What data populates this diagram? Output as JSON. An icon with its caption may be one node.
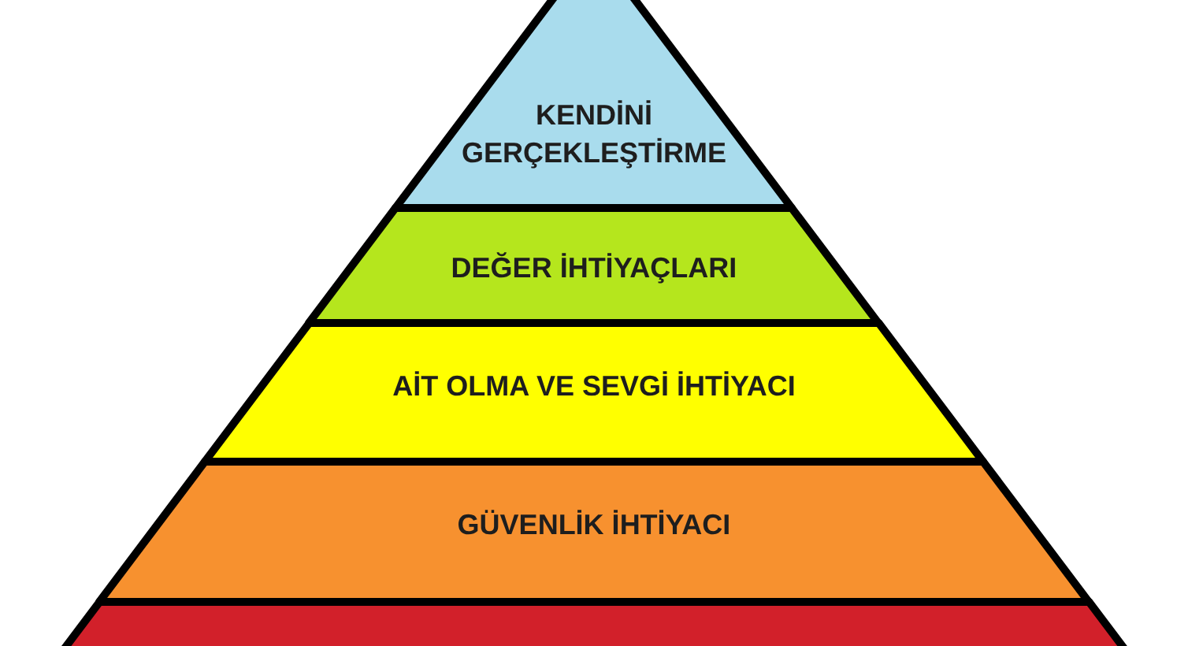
{
  "diagram": {
    "nodes": [
      {
        "text": [
          "KENDİNİ GERÇEKLEŞTİRME"
        ]
      },
      {
        "text": [
          "DEĞER İHTİYAÇLARI"
        ]
      },
      {
        "text": [
          "AİT OLMA VE SEVGİ İHTİYACI"
        ]
      },
      {
        "text": [
          "GÜVENLİK İHTİYACI"
        ]
      },
      {
        "text": [],
        "shape": "trapezoid"
      }
    ]
  }
}
